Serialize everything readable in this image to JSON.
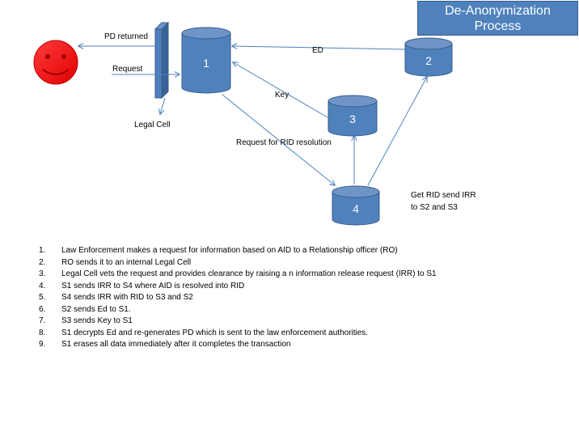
{
  "title": {
    "line1": "De-Anonymization",
    "line2": "Process"
  },
  "nodes": {
    "s1": "1",
    "s2": "2",
    "s3": "3",
    "s4": "4"
  },
  "labels": {
    "pd_returned": "PD returned",
    "request": "Request",
    "legal_cell": "Legal Cell",
    "ed": "ED",
    "key": "Key",
    "rid_resolution": "Request for RID resolution",
    "get_rid_line1": "Get RID send IRR",
    "get_rid_line2": "to S2 and S3"
  },
  "colors": {
    "cylinder_fill": "#4f81bd",
    "cylinder_stroke": "#385d8a",
    "arrow": "#4f81bd",
    "face": "#ff0000"
  },
  "steps": [
    {
      "num": "1.",
      "text": "Law Enforcement makes a request for information based on AID to a Relationship officer (RO)"
    },
    {
      "num": "2.",
      "text": "RO sends it to an internal Legal Cell"
    },
    {
      "num": "3.",
      "text": "Legal Cell vets  the request and provides clearance by raising  a n information release request (IRR) to S1"
    },
    {
      "num": "4.",
      "text": "S1 sends IRR  to S4 where AID is resolved into RID"
    },
    {
      "num": "5.",
      "text": "S4 sends IRR with RID to S3 and S2"
    },
    {
      "num": "6.",
      "text": "S2 sends Ed to S1."
    },
    {
      "num": "7.",
      "text": "S3 sends Key to S1"
    },
    {
      "num": "8.",
      "text": "S1 decrypts Ed and re-generates PD which is sent to the  law enforcement authorities."
    },
    {
      "num": "9.",
      "text": "S1 erases all data immediately after it  completes the transaction"
    }
  ]
}
